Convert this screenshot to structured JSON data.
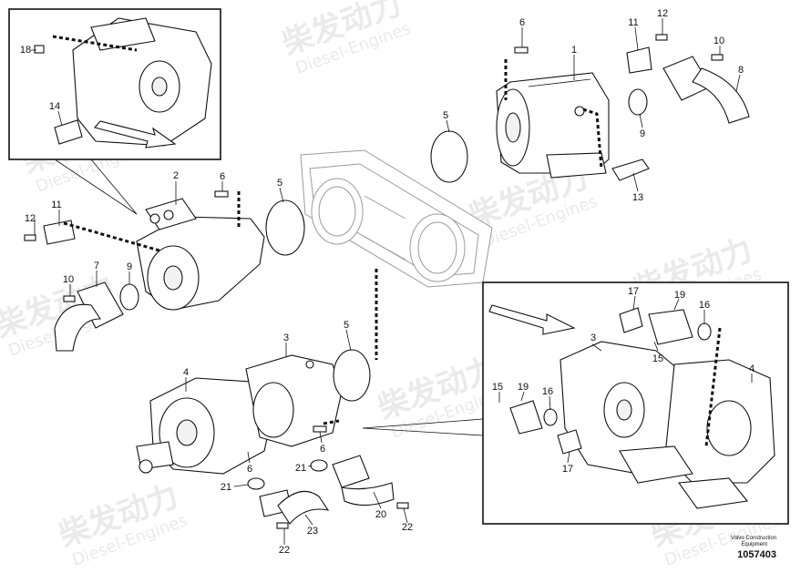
{
  "watermark": {
    "brand": "柴发动力",
    "sub": "Diesel-Engines"
  },
  "footer": {
    "company_line1": "Volvo Construction",
    "company_line2": "Equipment",
    "drawing_number": "1057403"
  },
  "callouts": {
    "c1": "1",
    "c2": "2",
    "c3": "3",
    "c4a": "4",
    "c4b": "4",
    "c5a": "5",
    "c5b": "5",
    "c5c": "5",
    "c6a": "6",
    "c6b": "6",
    "c6c": "6",
    "c6d": "6",
    "c7": "7",
    "c8": "8",
    "c9a": "9",
    "c9b": "9",
    "c10a": "10",
    "c10b": "10",
    "c11a": "11",
    "c11b": "11",
    "c12a": "12",
    "c12b": "12",
    "c13": "13",
    "c14": "14",
    "c15a": "15",
    "c15b": "15",
    "c16a": "16",
    "c16b": "16",
    "c17a": "17",
    "c17b": "17",
    "c18": "18",
    "c19a": "19",
    "c19b": "19",
    "c20": "20",
    "c21a": "21",
    "c21b": "21",
    "c22a": "22",
    "c22b": "22",
    "c23": "23"
  }
}
